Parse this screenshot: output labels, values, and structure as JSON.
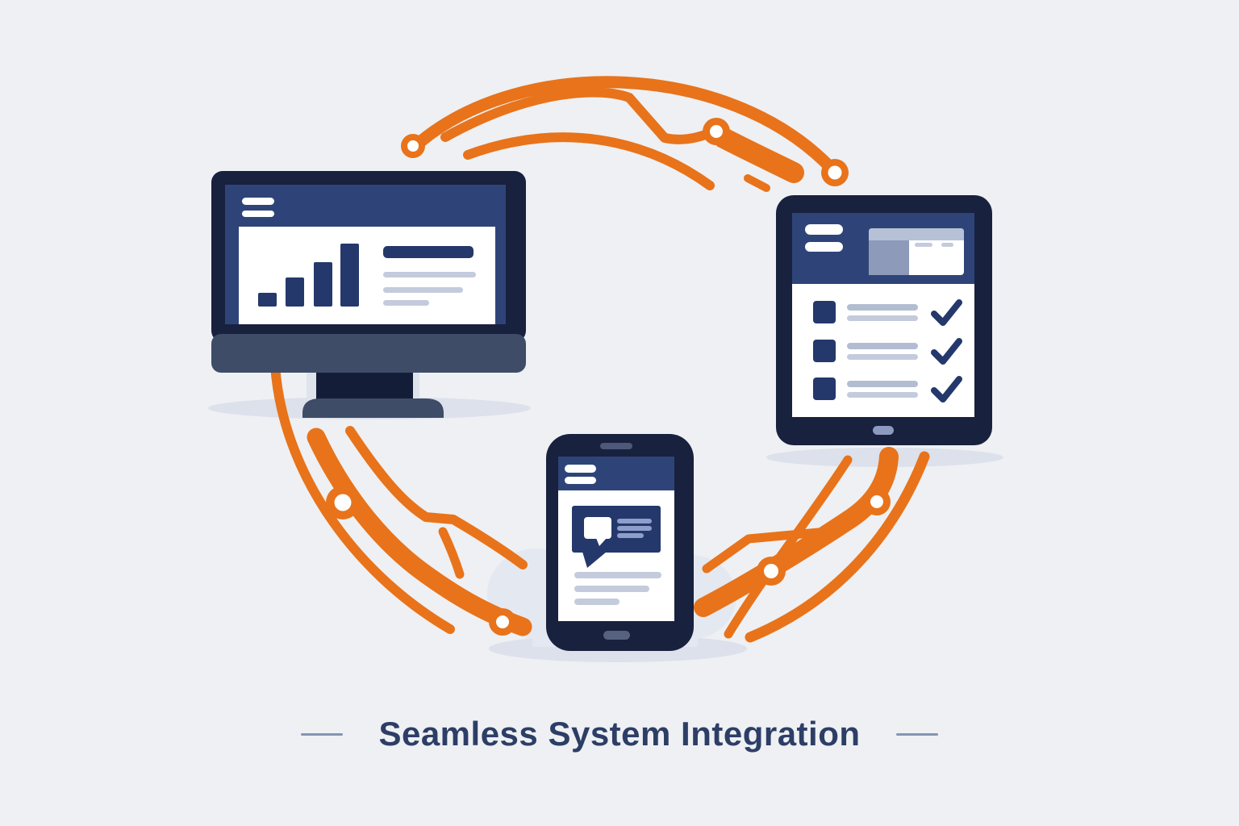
{
  "title": {
    "text": "Seamless System Integration"
  },
  "colors": {
    "background": "#eef0f3",
    "accent_orange": "#e8731a",
    "frame_navy": "#18213d",
    "header_blue": "#2e4479",
    "content_navy": "#24386b",
    "slate": "#3e4c68",
    "stand_dark": "#141d38",
    "stand_light": "#dfe3ec",
    "line_light": "#c3cbdc",
    "line_mid": "#b3bdd2",
    "card_line": "#8e9ecb",
    "window_bar": "#b6c0d6",
    "window_pane": "#8d9aba",
    "home_light": "#8d9ac0",
    "home_dark": "#576180",
    "speaker": "#4d587a",
    "shadow": "#dce1eb",
    "cloud": "#e4e8f1",
    "title_navy": "#2d3e66",
    "divider": "#8494b2",
    "white": "#ffffff"
  },
  "icons": [
    "hamburger-menu-icon",
    "bar-chart-icon",
    "checklist-checkbox-icon",
    "checkmark-icon",
    "chat-bubble-icon",
    "browser-window-icon",
    "circuit-node-icon",
    "home-button-icon"
  ],
  "devices": {
    "desktop": {
      "label": "desktop-monitor",
      "screen_content": [
        "bar-chart",
        "heading-bar",
        "text-lines"
      ],
      "chart_bar_heights": [
        17,
        36,
        55,
        78
      ]
    },
    "tablet": {
      "label": "tablet",
      "screen_content": [
        "browser-window",
        "checklist"
      ],
      "checklist_rows": 3,
      "all_checked": true
    },
    "phone": {
      "label": "smartphone",
      "screen_content": [
        "chat-message-card",
        "text-lines"
      ]
    }
  },
  "connections": {
    "style": "orange-circuit-traces",
    "node_count": 7
  }
}
